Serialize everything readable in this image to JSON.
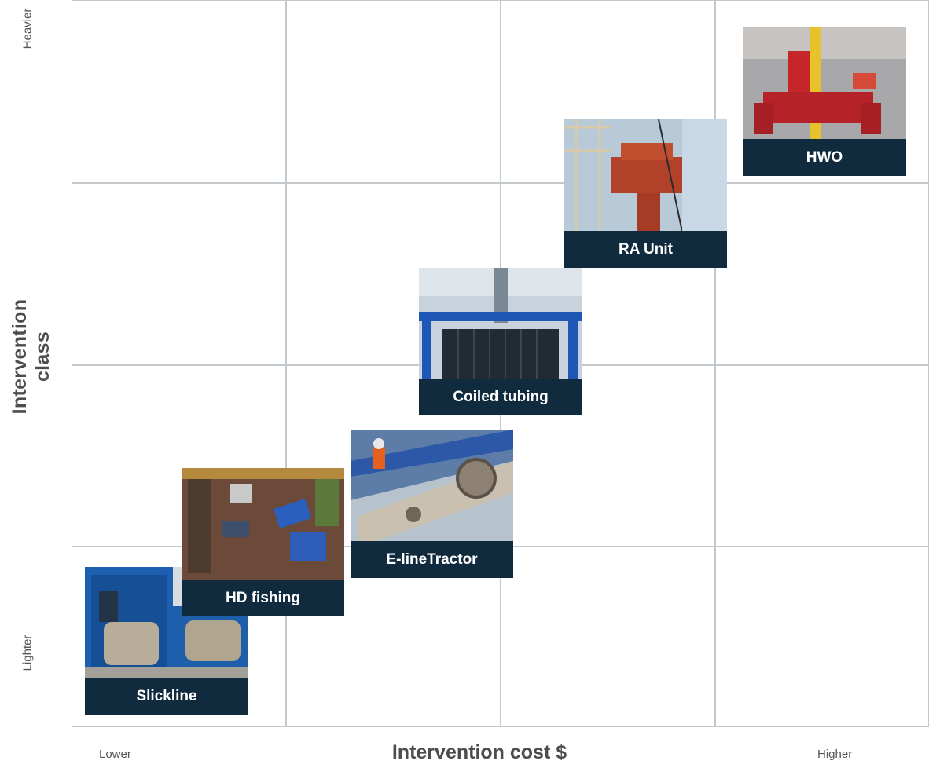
{
  "axes": {
    "y_title": "Intervention class",
    "y_high": "Heavier",
    "y_low": "Lighter",
    "x_title": "Intervention cost $",
    "x_low": "Lower",
    "x_high": "Higher"
  },
  "items": [
    {
      "label": "Slickline"
    },
    {
      "label": "HD fishing"
    },
    {
      "label": "E-lineTractor"
    },
    {
      "label": "Coiled  tubing"
    },
    {
      "label": "RA Unit"
    },
    {
      "label": "HWO"
    }
  ],
  "colors": {
    "label_bg": "#0f2b3d",
    "label_text": "#ffffff",
    "grid": "#c3c8cd"
  }
}
